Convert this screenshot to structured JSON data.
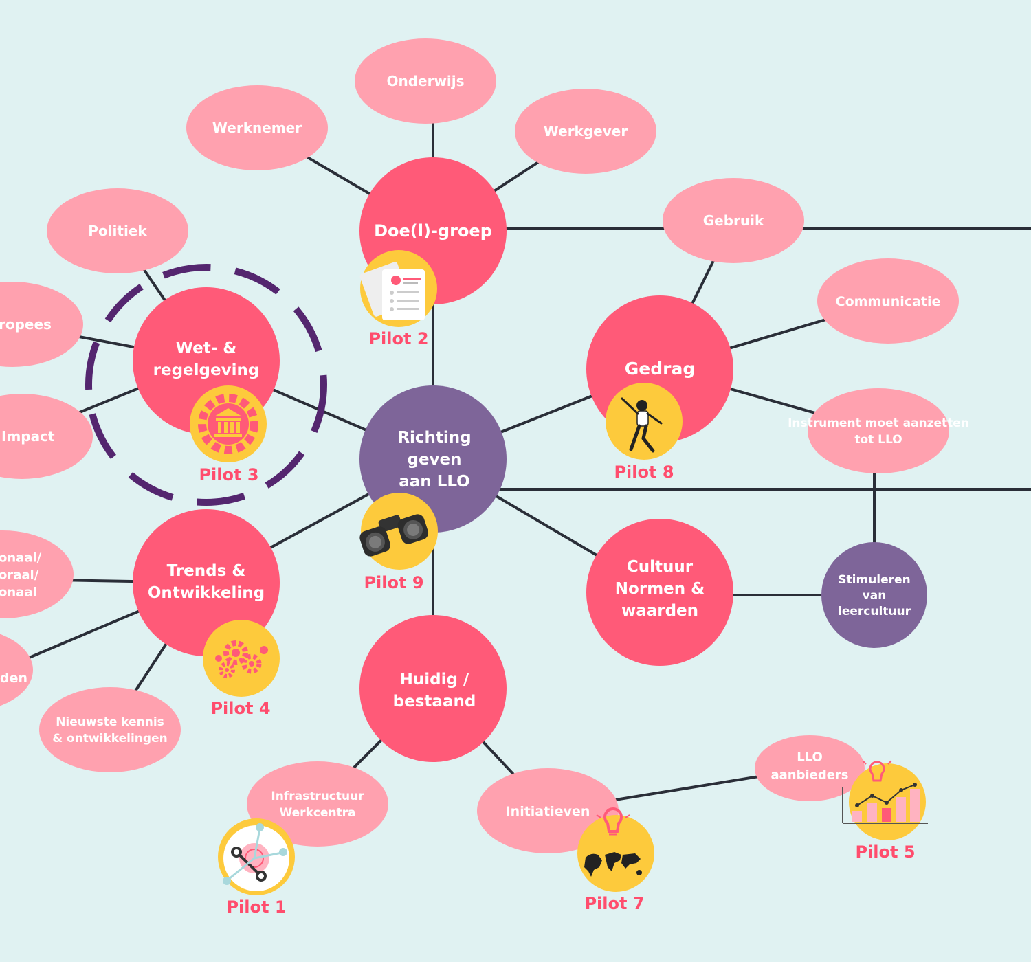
{
  "colors": {
    "background": "#e0f2f2",
    "hub": "#7e6599",
    "main_node": "#ff5a78",
    "sub_node": "#ffa1af",
    "accent_node": "#7e6599",
    "badge": "#fdca3c",
    "pilot_text": "#ff4d6d",
    "line": "#2a2e38",
    "dashed_ring": "#54266f"
  },
  "hub": {
    "label": "Richting geven aan LLO"
  },
  "main_nodes": [
    {
      "id": "doelgroep",
      "label": "Doe(l)-groep"
    },
    {
      "id": "wet",
      "label": "Wet- & regelgeving"
    },
    {
      "id": "gedrag",
      "label": "Gedrag"
    },
    {
      "id": "trends",
      "label": "Trends & Ontwikkeling"
    },
    {
      "id": "cultuur",
      "label": "Cultuur Normen & waarden"
    },
    {
      "id": "huidig",
      "label": "Huidig / bestaand"
    }
  ],
  "sub_nodes": [
    {
      "id": "onderwijs",
      "label": "Onderwijs"
    },
    {
      "id": "werknemer",
      "label": "Werknemer"
    },
    {
      "id": "werkgever",
      "label": "Werkgever"
    },
    {
      "id": "politiek",
      "label": "Politiek"
    },
    {
      "id": "europees",
      "label": "ropees"
    },
    {
      "id": "impact",
      "label": "Impact"
    },
    {
      "id": "gebruik",
      "label": "Gebruik"
    },
    {
      "id": "communicatie",
      "label": "Communicatie"
    },
    {
      "id": "instrument",
      "label": "Instrument moet aanzetten tot LLO"
    },
    {
      "id": "regionaal",
      "label": "onaal/ oraal/ onaal"
    },
    {
      "id": "den",
      "label": "den"
    },
    {
      "id": "nieuwste",
      "label": "Nieuwste kennis & ontwikkelingen"
    },
    {
      "id": "infra",
      "label": "Infrastructuur Werkcentra"
    },
    {
      "id": "initiatieven",
      "label": "Initiatieven"
    },
    {
      "id": "aanbieders",
      "label": "LLO aanbieders"
    }
  ],
  "accent_nodes": [
    {
      "id": "stimuleren",
      "label": "Stimuleren van leercultuur"
    }
  ],
  "pilots": [
    {
      "id": "p1",
      "label": "Pilot 1",
      "icon": "network-nodes-icon"
    },
    {
      "id": "p2",
      "label": "Pilot 2",
      "icon": "documents-icon"
    },
    {
      "id": "p3",
      "label": "Pilot 3",
      "icon": "government-gear-icon"
    },
    {
      "id": "p4",
      "label": "Pilot 4",
      "icon": "gears-icon"
    },
    {
      "id": "p5",
      "label": "Pilot 5",
      "icon": "growth-chart-icon"
    },
    {
      "id": "p7",
      "label": "Pilot 7",
      "icon": "world-map-idea-icon"
    },
    {
      "id": "p8",
      "label": "Pilot 8",
      "icon": "jumping-person-icon"
    },
    {
      "id": "p9",
      "label": "Pilot 9",
      "icon": "binoculars-icon"
    }
  ],
  "highlight": {
    "around": "wet",
    "style": "dashed-ring"
  }
}
